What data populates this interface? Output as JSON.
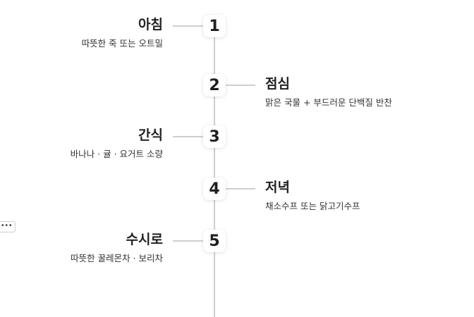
{
  "steps": [
    {
      "number": "1",
      "title": "아침",
      "description": "따뜻한 죽 또는 오트밀"
    },
    {
      "number": "2",
      "title": "점심",
      "description": "맑은 국물 + 부드러운 단백질 반찬"
    },
    {
      "number": "3",
      "title": "간식",
      "description": "바나나 · 귤 · 요거트 소량"
    },
    {
      "number": "4",
      "title": "저녁",
      "description": "채소수프 또는 닭고기수프"
    },
    {
      "number": "5",
      "title": "수시로",
      "description": "따뜻한 꿀레몬차 · 보리차"
    }
  ],
  "more_handle": {
    "icon": "more-dots-icon",
    "glyph": "•••"
  }
}
